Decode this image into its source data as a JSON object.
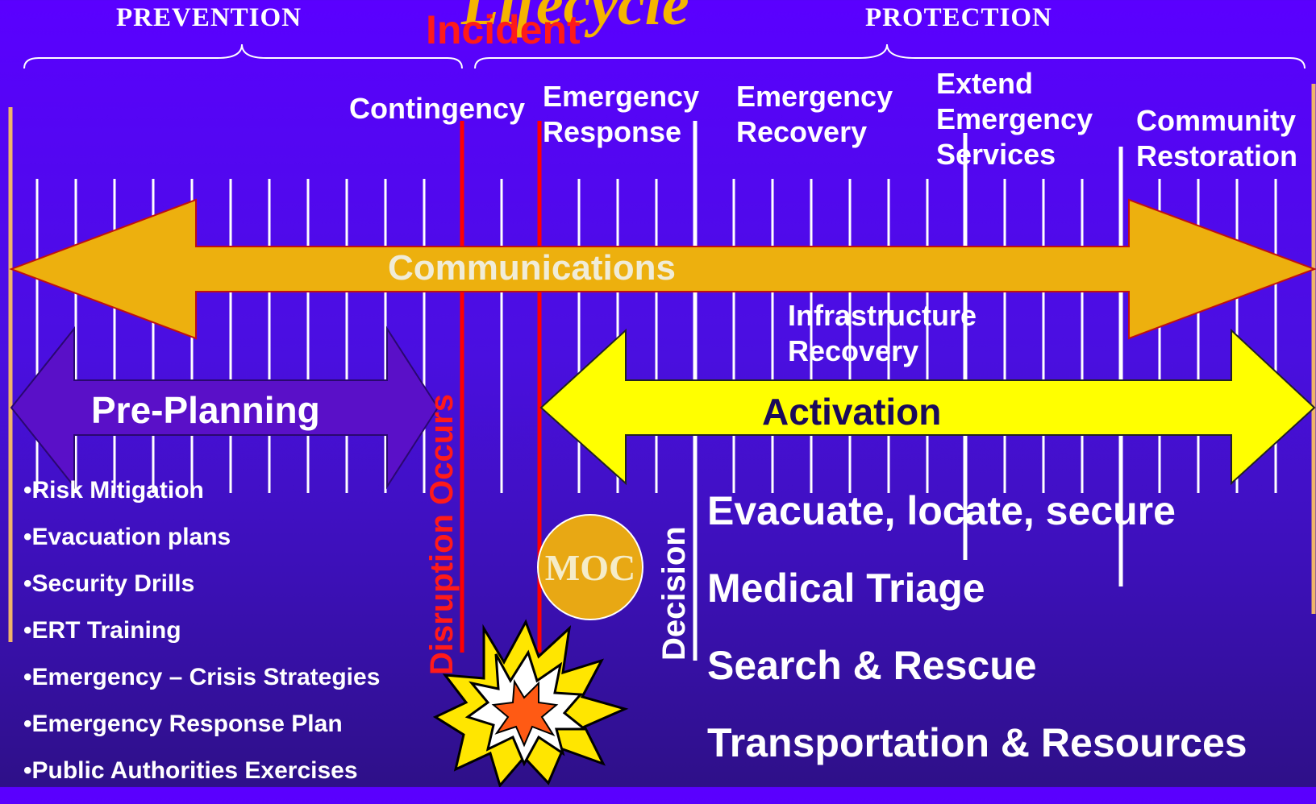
{
  "header": {
    "title_partial": "Lifecycle",
    "prevention": "PREVENTION",
    "incident": "Incident",
    "protection": "PROTECTION"
  },
  "phases": {
    "contingency": "Contingency",
    "emergency_response": [
      "Emergency",
      "Response"
    ],
    "emergency_recovery": [
      "Emergency",
      "Recovery"
    ],
    "extend_services": [
      "Extend",
      "Emergency",
      "Services"
    ],
    "community_restoration": [
      "Community",
      "Restoration"
    ],
    "infrastructure_recovery": [
      "Infrastructure",
      "Recovery"
    ]
  },
  "arrows": {
    "communications": "Communications",
    "pre_planning": "Pre-Planning",
    "activation": "Activation"
  },
  "markers": {
    "disruption": "Disruption Occurs",
    "decision": "Decision",
    "moc": "MOC"
  },
  "prevention_items": [
    "•Risk Mitigation",
    "•Evacuation plans",
    "•Security Drills",
    "•ERT Training",
    "•Emergency – Crisis Strategies",
    "•Emergency Response Plan",
    "•Public Authorities Exercises"
  ],
  "response_tasks": [
    "Evacuate, locate, secure",
    "Medical Triage",
    "Search & Rescue",
    "Transportation & Resources"
  ],
  "colors": {
    "background_top": "#5a00ff",
    "background_bottom": "#2e1088",
    "communications_arrow": "#edb00e",
    "pre_planning_arrow": "#5a10c8",
    "activation_arrow": "#ffff00",
    "incident_text": "#ff1a1a",
    "title_text": "#f5b400",
    "moc_circle": "#e8a814",
    "incident_line": "#ff0000"
  }
}
